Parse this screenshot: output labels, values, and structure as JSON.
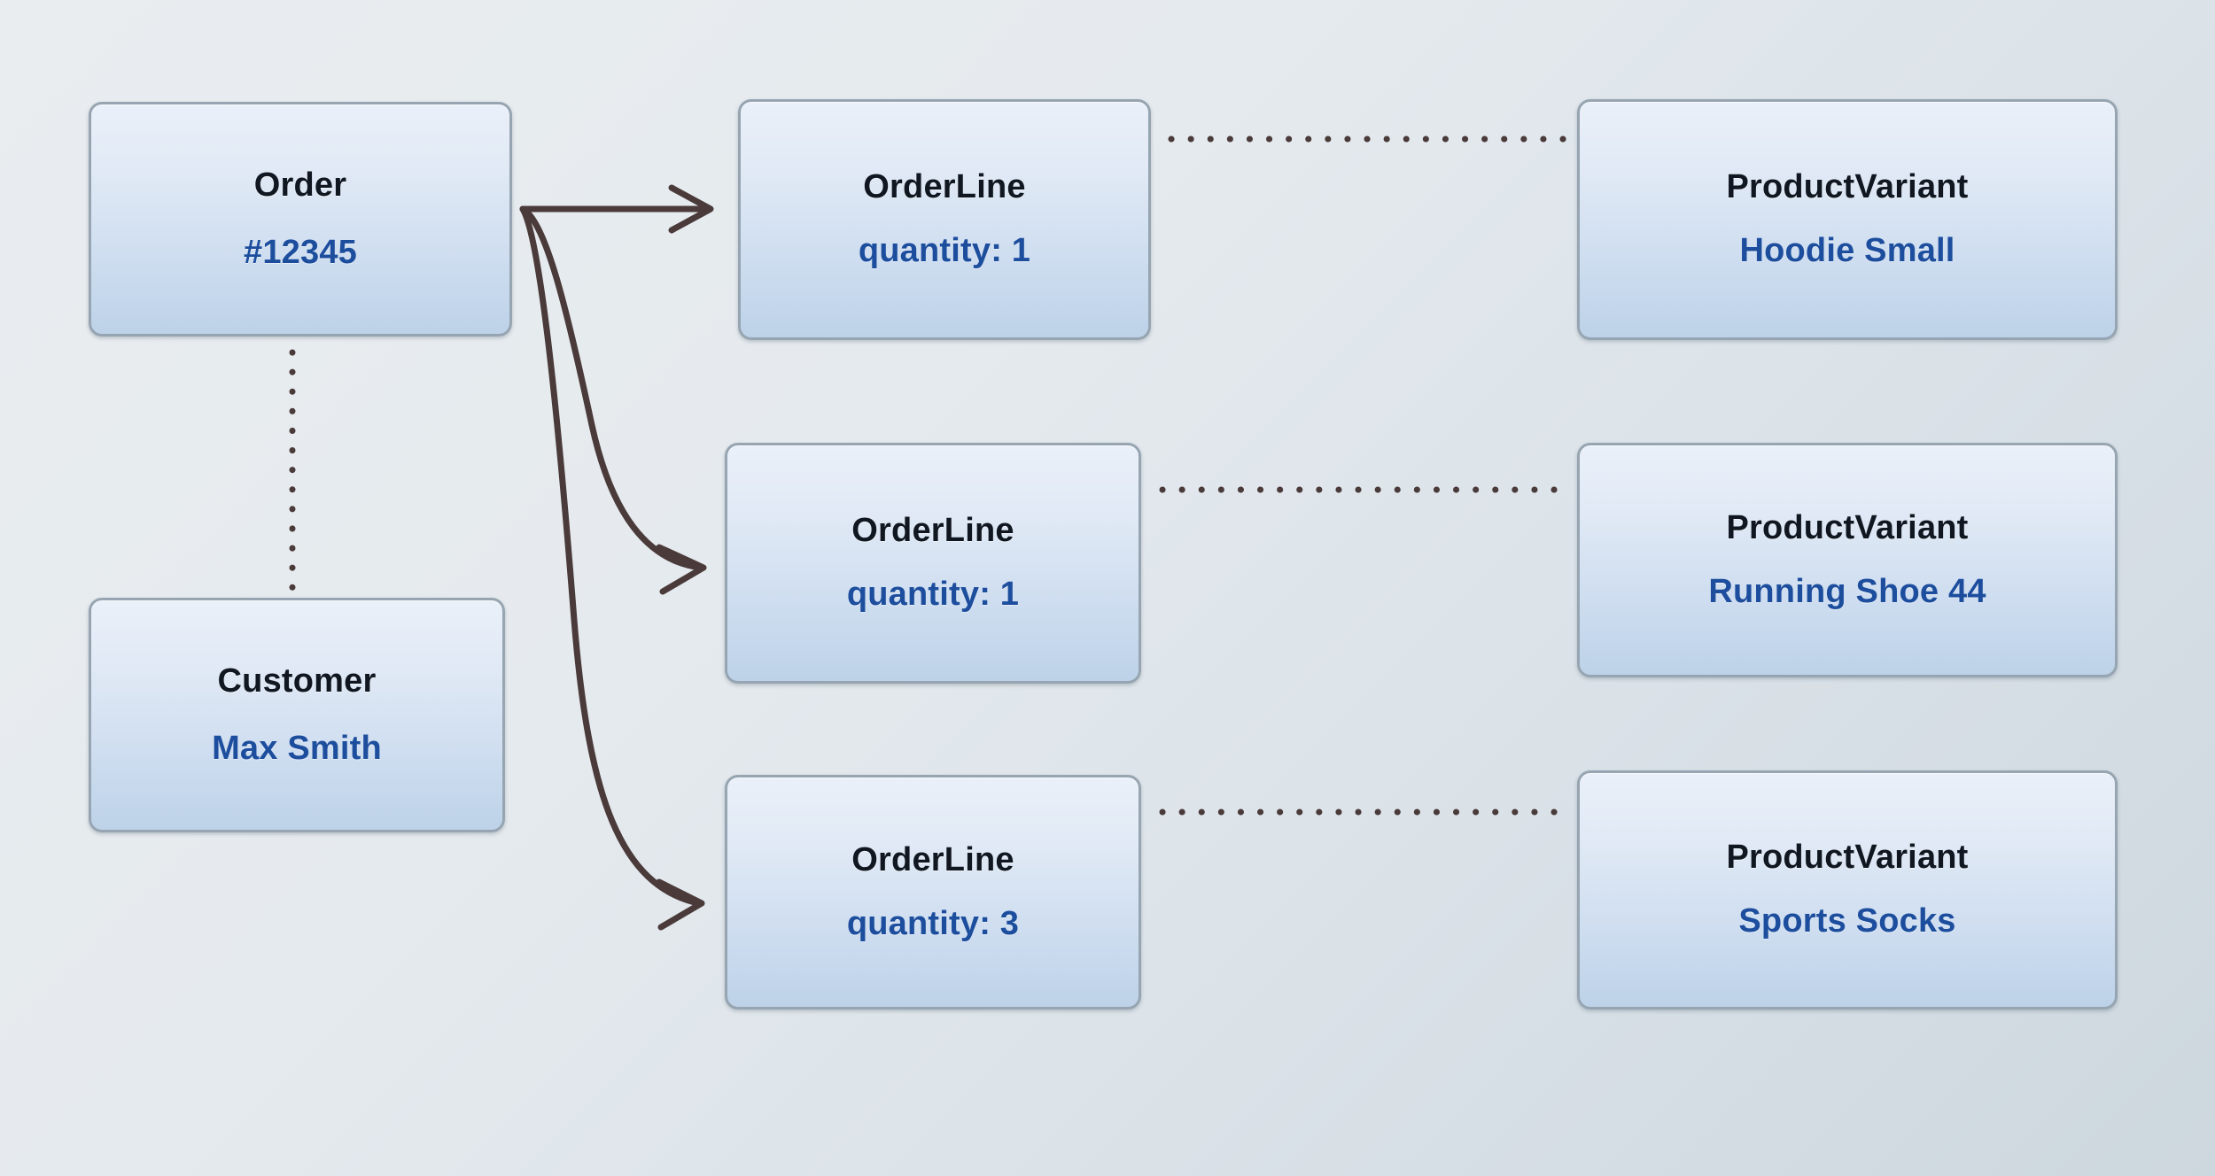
{
  "diagram": {
    "type": "entity-relationship",
    "accent_title_color": "#101720",
    "accent_value_color": "#1d4e9e",
    "connector_color": "#4a3a3a",
    "node_border_color": "#96a5b1"
  },
  "nodes": {
    "order": {
      "title": "Order",
      "value": "#12345"
    },
    "customer": {
      "title": "Customer",
      "value": "Max Smith"
    },
    "order_lines": [
      {
        "title": "OrderLine",
        "value": "quantity: 1"
      },
      {
        "title": "OrderLine",
        "value": "quantity: 1"
      },
      {
        "title": "OrderLine",
        "value": "quantity: 3"
      }
    ],
    "product_variants": [
      {
        "title": "ProductVariant",
        "value": "Hoodie Small"
      },
      {
        "title": "ProductVariant",
        "value": "Running Shoe 44"
      },
      {
        "title": "ProductVariant",
        "value": "Sports Socks"
      }
    ]
  },
  "edges": {
    "order_to_lines": {
      "style": "solid-arrow",
      "count": 3
    },
    "order_to_customer": {
      "style": "dotted"
    },
    "line_to_variant": {
      "style": "dotted",
      "count": 3
    }
  }
}
